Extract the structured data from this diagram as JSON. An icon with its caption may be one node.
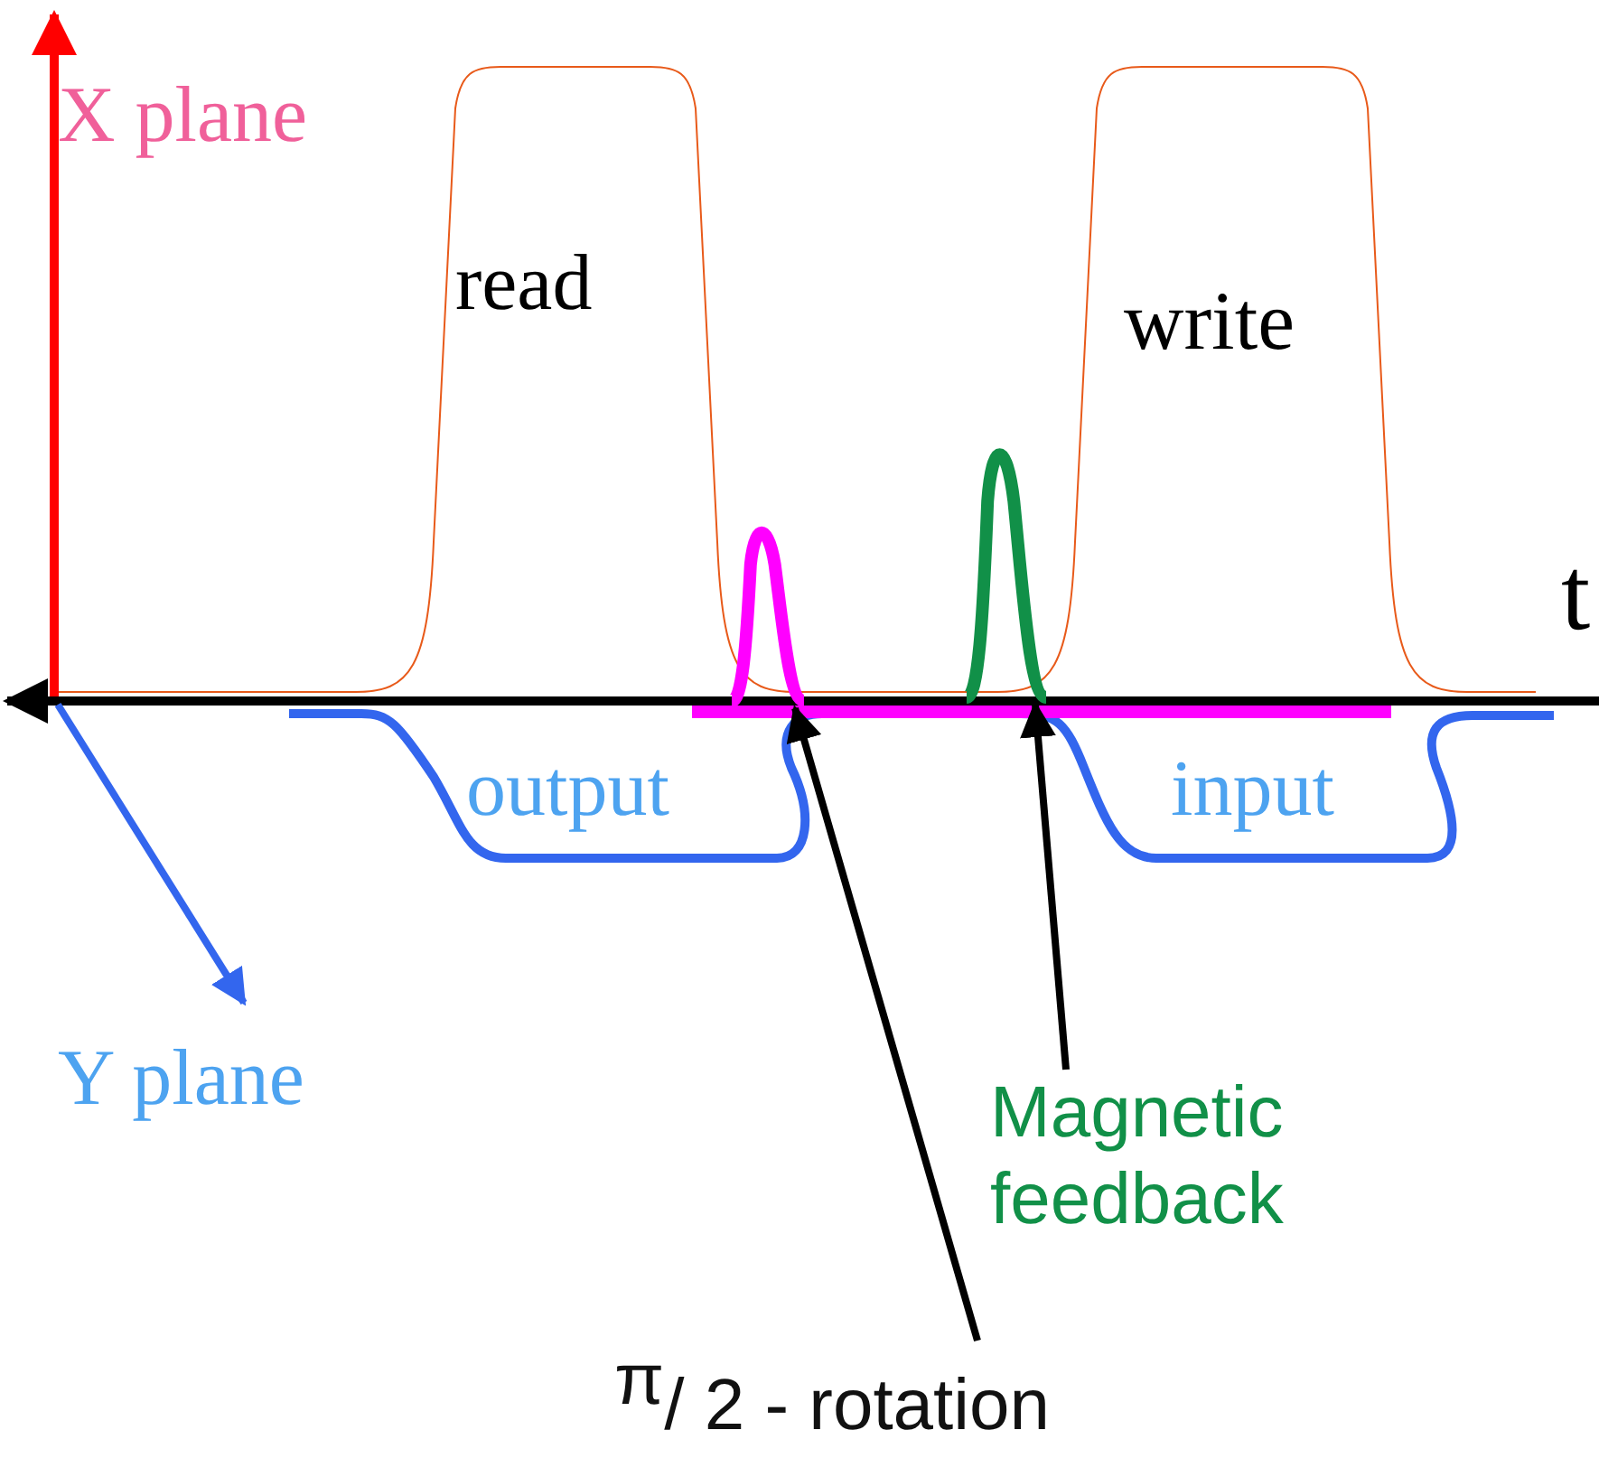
{
  "diagram": {
    "nodes": [
      {
        "text": [
          "Magnetic feedback"
        ]
      },
      {
        "text": [],
        "shape": "picture"
      },
      {
        "text": [
          "π$_{/ 2 - rotation}$"
        ]
      },
      {
        "text": [],
        "shape": "picture"
      }
    ],
    "edges": [
      {
        "from": 0,
        "to": 3,
        "arrow": "to"
      },
      {
        "from": 2,
        "to": 1,
        "arrow": "to"
      }
    ],
    "labels": [
      "X plane",
      "read",
      "write",
      "t",
      "output",
      "input",
      "Y plane"
    ]
  }
}
